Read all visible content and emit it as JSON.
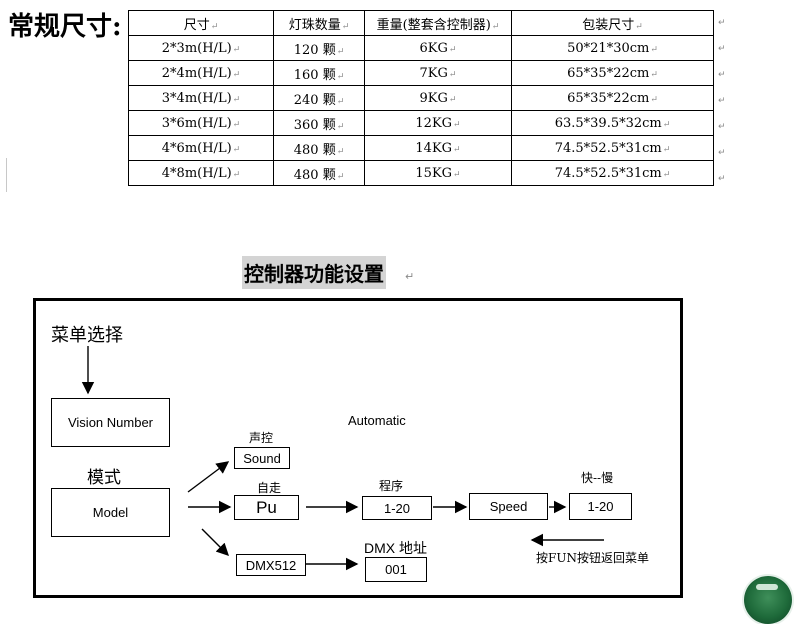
{
  "spec": {
    "title": "常规尺寸:",
    "columns": [
      "尺寸",
      "灯珠数量",
      "重量(整套含控制器)",
      "包装尺寸"
    ],
    "rows": [
      [
        "2*3m(H/L)",
        "120 颗",
        "6KG",
        "50*21*30cm"
      ],
      [
        "2*4m(H/L)",
        "160 颗",
        "7KG",
        "65*35*22cm"
      ],
      [
        "3*4m(H/L)",
        "240 颗",
        "9KG",
        "65*35*22cm"
      ],
      [
        "3*6m(H/L)",
        "360 颗",
        "12KG",
        "63.5*39.5*32cm"
      ],
      [
        "4*6m(H/L)",
        "480 颗",
        "14KG",
        "74.5*52.5*31cm"
      ],
      [
        "4*8m(H/L)",
        "480 颗",
        "15KG",
        "74.5*52.5*31cm"
      ]
    ]
  },
  "controller": {
    "title": "控制器功能设置",
    "menu_select": "菜单选择",
    "vision_number": "Vision Number",
    "mode_label": "模式",
    "model": "Model",
    "sound_label": "声控",
    "sound": "Sound",
    "auto_label": "自走",
    "pu": "Pu",
    "dmx512": "DMX512",
    "automatic": "Automatic",
    "program_label": "程序",
    "program_range": "1-20",
    "speed": "Speed",
    "fast_slow_label": "快--慢",
    "speed_range": "1-20",
    "dmx_address_label": "DMX 地址",
    "dmx_address_value": "001",
    "return_note": "按FUN按钮返回菜单"
  },
  "paragraph_mark": "↵"
}
